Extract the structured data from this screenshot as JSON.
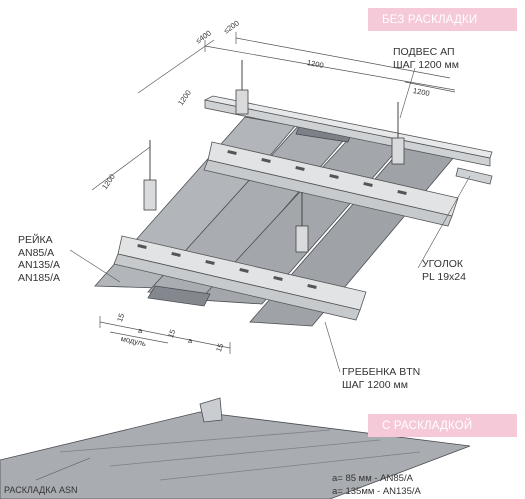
{
  "badges": {
    "without_layout": "БЕЗ РАСКЛАДКИ",
    "with_layout": "С РАСКЛАДКОЙ"
  },
  "labels": {
    "hanger_title": "ПОДВЕС АП",
    "hanger_step": "ШАГ 1200 мм",
    "slat_title": "РЕЙКА",
    "slat_types": [
      "AN85/A",
      "AN135/A",
      "AN185/A"
    ],
    "angle_title": "УГОЛОК",
    "angle_size": "PL 19x24",
    "comb_title": "ГРЕБЕНКА BTN",
    "comb_step": "ШАГ 1200 мм",
    "layout_name": "РАСКЛАДКА ASN"
  },
  "dimensions": {
    "top_edge_left": "≤400",
    "top_edge_right": "≤200",
    "span_top": "1200",
    "span_right": "1200",
    "span_left_upper": "1200",
    "span_left_lower": "1200",
    "gap_15_a": "15",
    "gap_15_b": "15",
    "gap_15_c": "15",
    "a_1": "a",
    "a_2": "a",
    "module": "модуль"
  },
  "notes": [
    "a= 85 мм - AN85/A",
    "a= 135мм - AN135/A"
  ],
  "colors": {
    "badge": "#f6c9d8",
    "panel": "#a9adb3",
    "panel_dark": "#7d8187",
    "metal": "#d4d6d9",
    "line": "#3a3a3a"
  }
}
